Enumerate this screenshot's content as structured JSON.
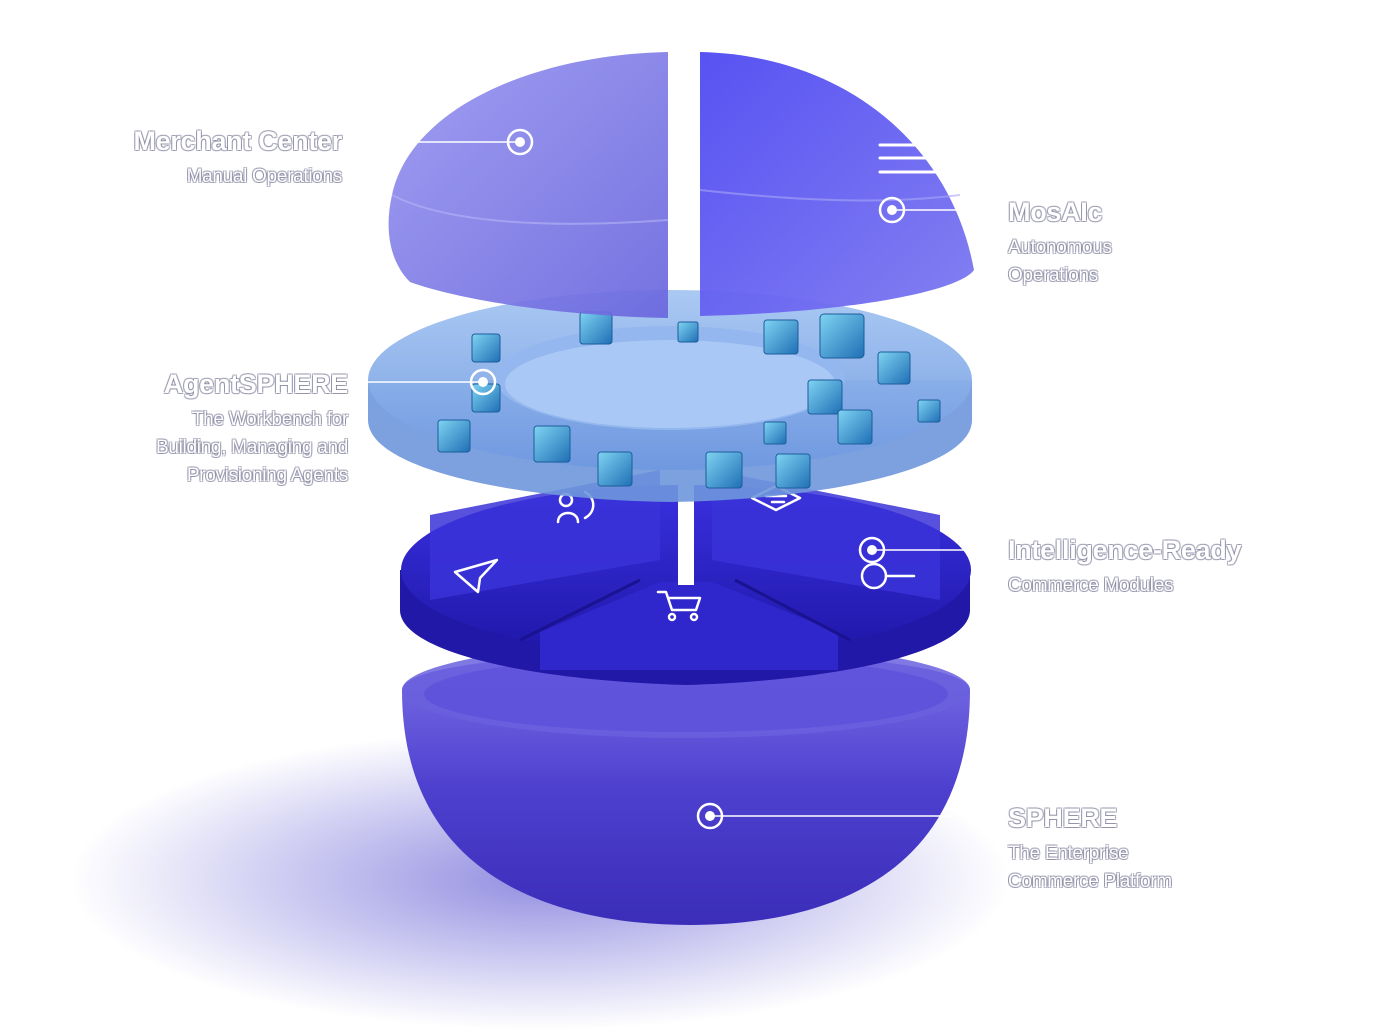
{
  "labels": {
    "merchant_center": {
      "title": "Merchant Center",
      "sub": "Manual Operations"
    },
    "mosaic": {
      "title": "MosAIc",
      "sub_line1": "Autonomous",
      "sub_line2": "Operations"
    },
    "agentsphere": {
      "title": "AgentSPHERE",
      "sub_line1": "The Workbench for",
      "sub_line2": "Building, Managing and",
      "sub_line3": "Provisioning Agents"
    },
    "intelligence": {
      "title": "Intelligence-Ready",
      "sub": "Commerce Modules"
    },
    "sphere": {
      "title": "SPHERE",
      "sub_line1": "The Enterprise",
      "sub_line2": "Commerce Platform"
    }
  },
  "colors": {
    "dome_left": "#7b78e6",
    "dome_right": "#5a55ef",
    "ring": "#8fb6ec",
    "modules": "#2b22c9",
    "bowl": "#5448d6",
    "cube": "#3aa7d8"
  },
  "icons": [
    "sparkle-icon",
    "text-lines-icon",
    "agent-icon",
    "document-icon",
    "funnel-icon",
    "cart-icon",
    "search-icon"
  ]
}
